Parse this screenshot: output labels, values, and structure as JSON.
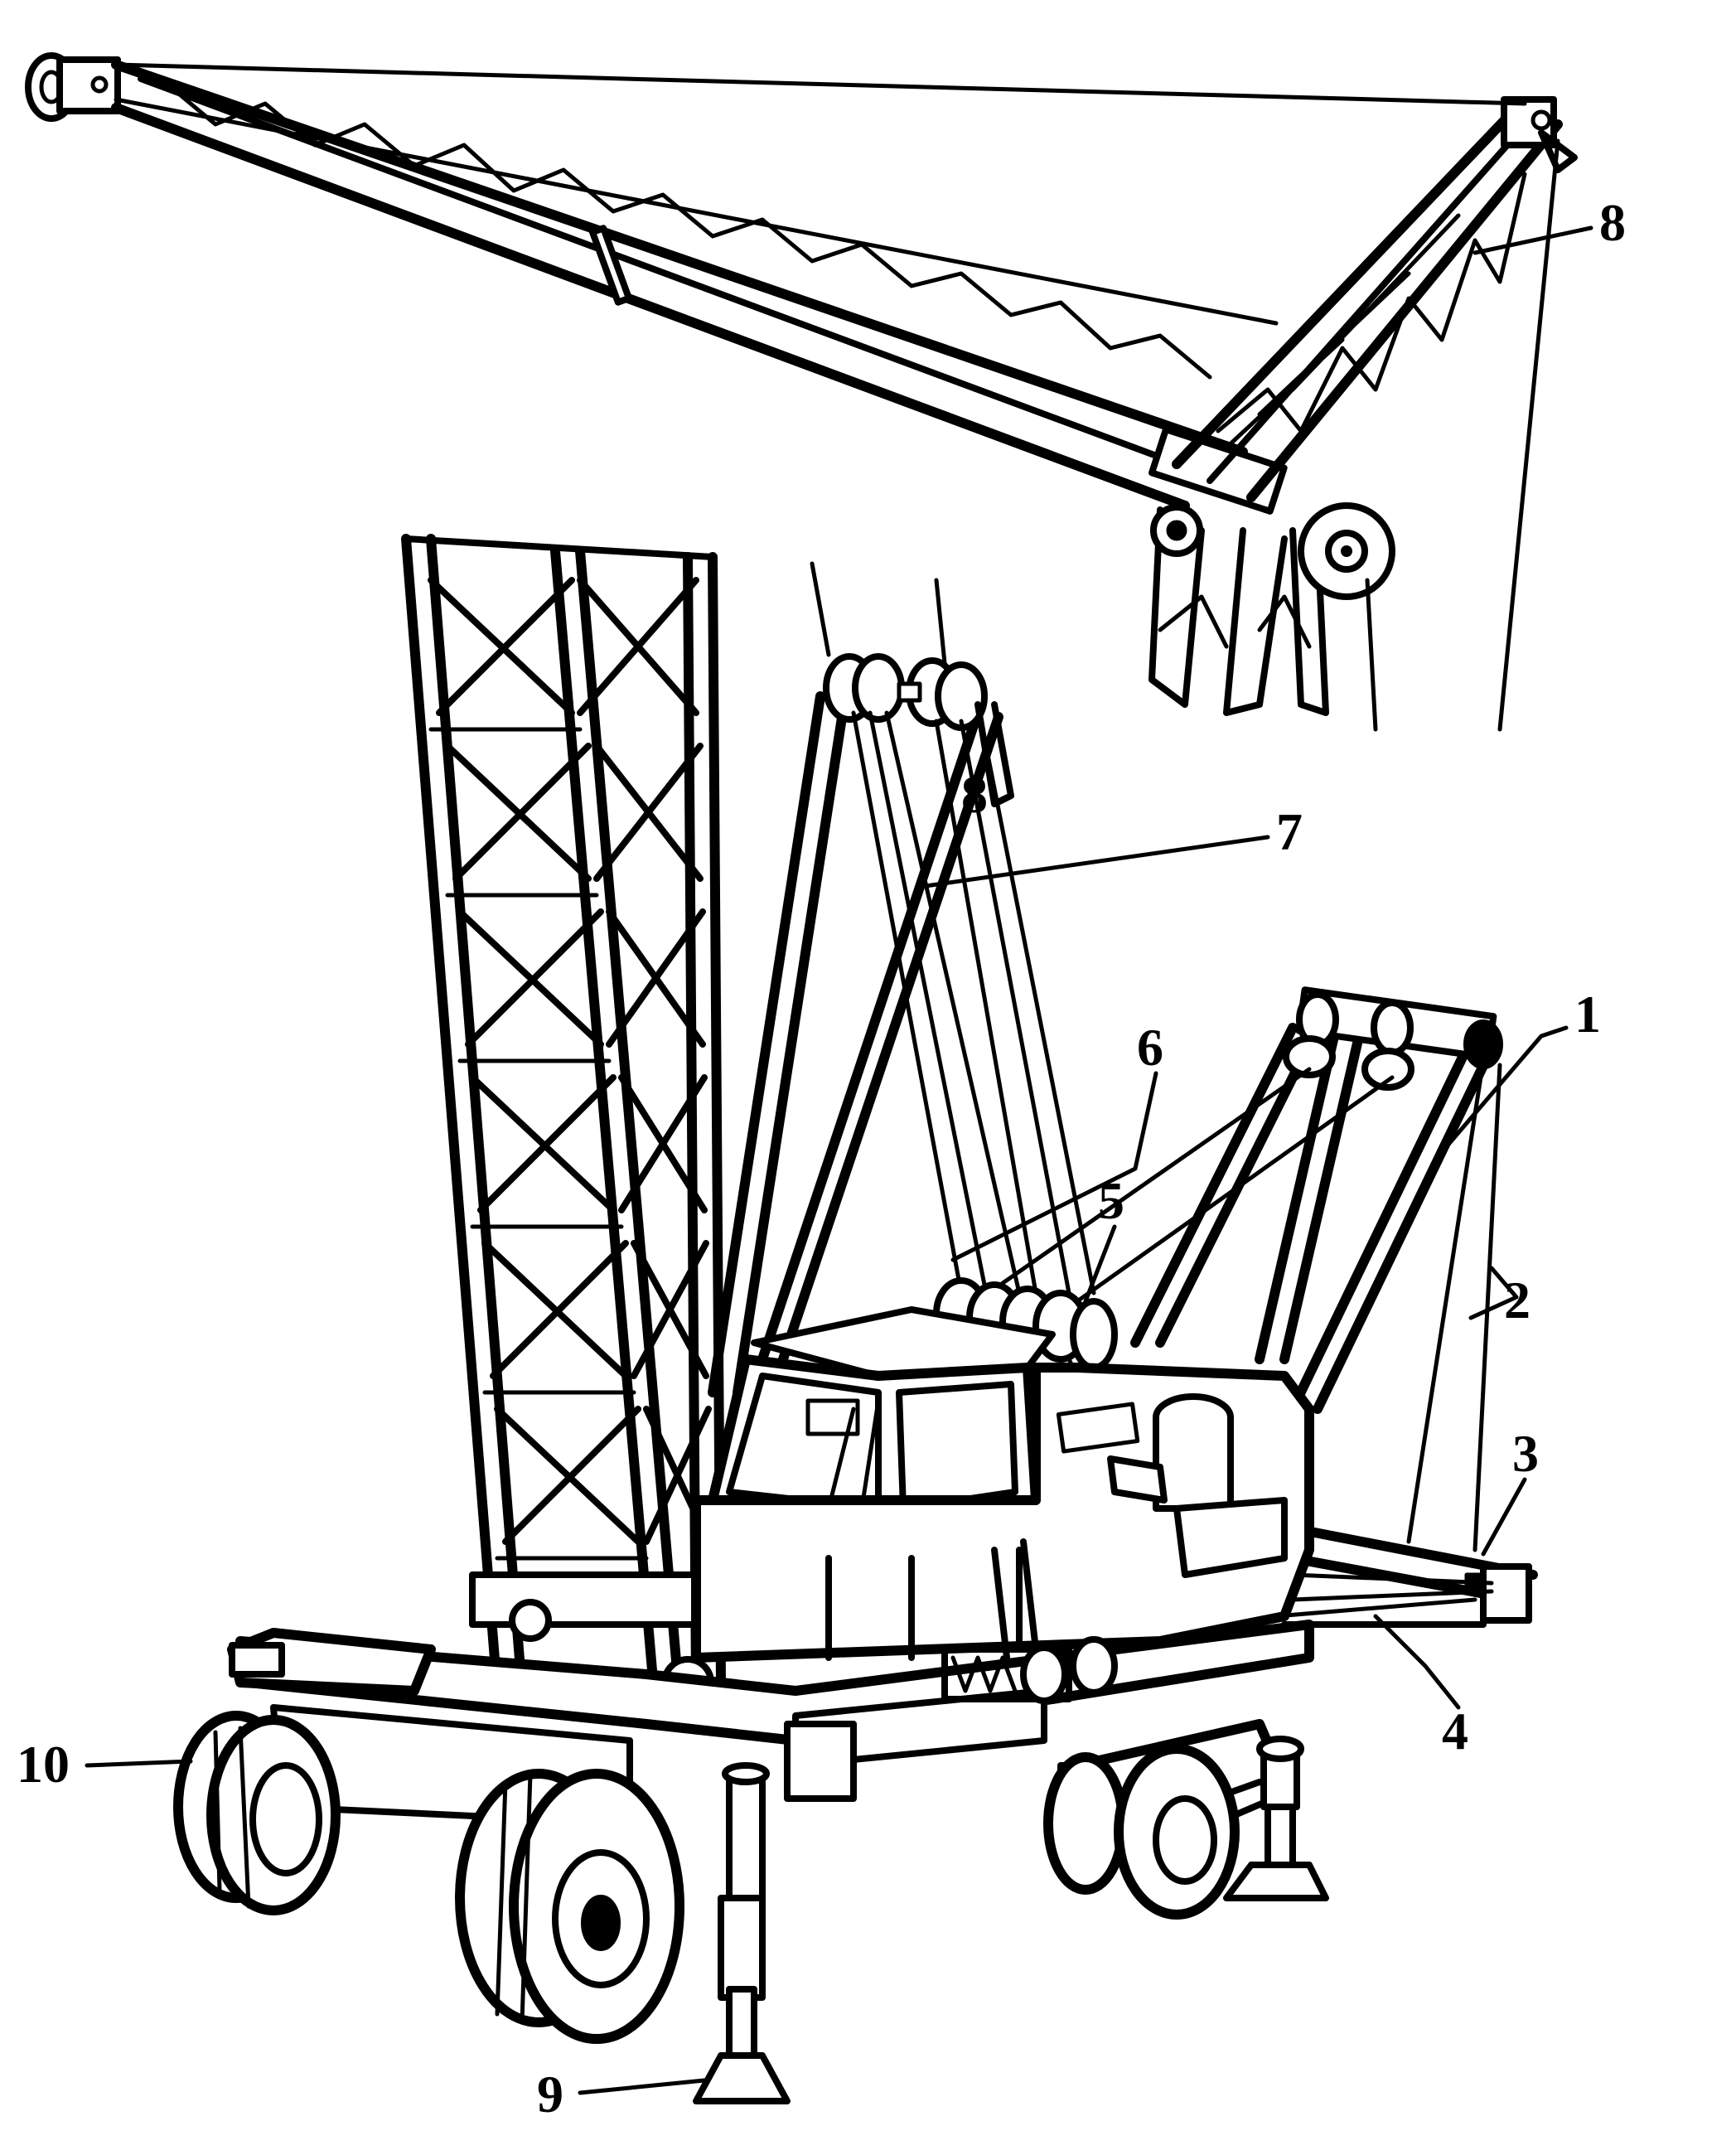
{
  "figure": {
    "callouts": [
      {
        "id": "1",
        "label": "1"
      },
      {
        "id": "2",
        "label": "2"
      },
      {
        "id": "3",
        "label": "3"
      },
      {
        "id": "4",
        "label": "4"
      },
      {
        "id": "5",
        "label": "5"
      },
      {
        "id": "6",
        "label": "6"
      },
      {
        "id": "7",
        "label": "7"
      },
      {
        "id": "8",
        "label": "8"
      },
      {
        "id": "9",
        "label": "9"
      },
      {
        "id": "10",
        "label": "10"
      }
    ]
  }
}
